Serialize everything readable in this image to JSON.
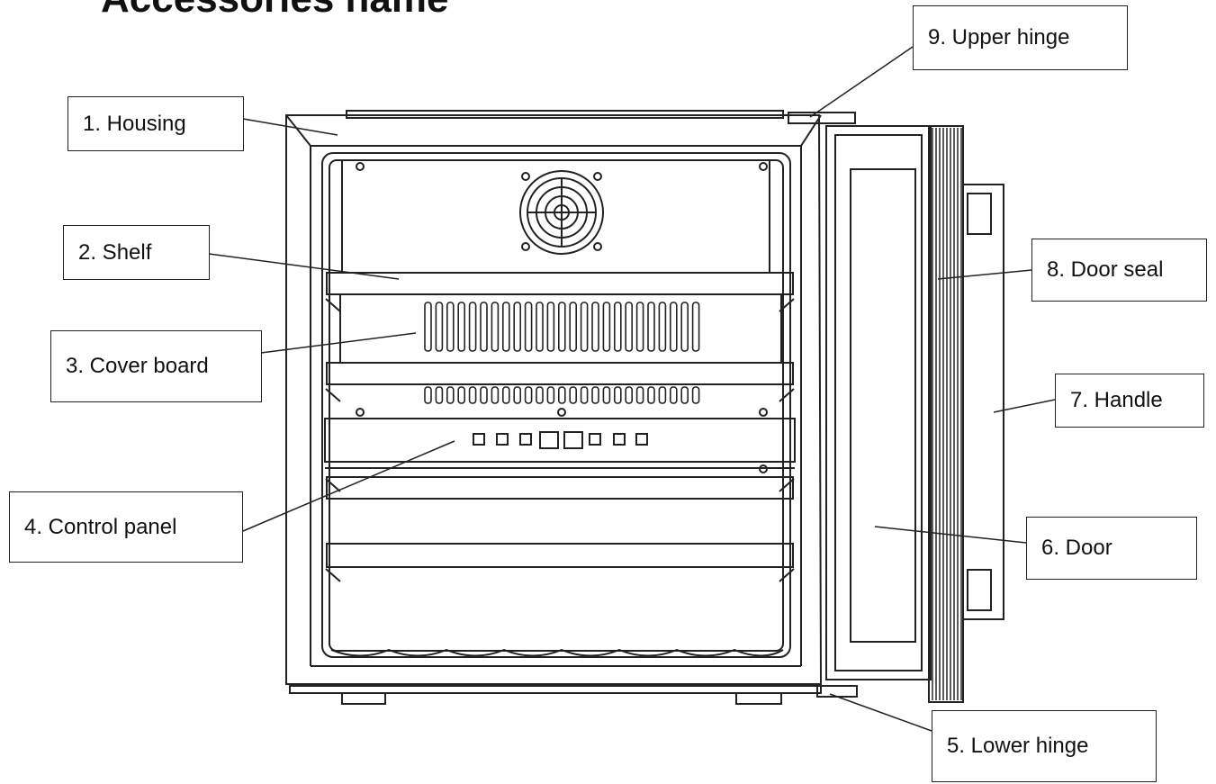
{
  "title": "Accessories name",
  "labels": {
    "housing": "1.   Housing",
    "shelf": "2. Shelf",
    "cover_board": "3. Cover board",
    "control_panel": "4. Control panel",
    "lower_hinge": "5. Lower hinge",
    "door": "6. Door",
    "handle": "7. Handle",
    "door_seal": "8. Door seal",
    "upper_hinge": "9. Upper hinge"
  }
}
